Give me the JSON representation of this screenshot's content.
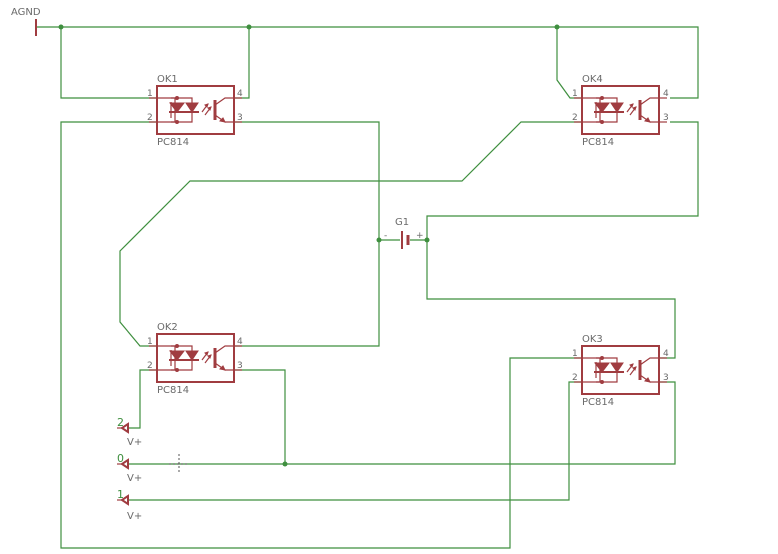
{
  "ground": {
    "label": "AGND"
  },
  "battery": {
    "name": "G1",
    "minus": "-",
    "plus": "+"
  },
  "optocouplers": [
    {
      "id": "ok1",
      "name": "OK1",
      "value": "PC814",
      "pins": [
        "1",
        "2",
        "3",
        "4"
      ]
    },
    {
      "id": "ok2",
      "name": "OK2",
      "value": "PC814",
      "pins": [
        "1",
        "2",
        "3",
        "4"
      ]
    },
    {
      "id": "ok3",
      "name": "OK3",
      "value": "PC814",
      "pins": [
        "1",
        "2",
        "3",
        "4"
      ]
    },
    {
      "id": "ok4",
      "name": "OK4",
      "value": "PC814",
      "pins": [
        "1",
        "2",
        "3",
        "4"
      ]
    }
  ],
  "inputs": [
    {
      "id": "in2",
      "number": "2",
      "supply": "V+"
    },
    {
      "id": "in0",
      "number": "0",
      "supply": "V+"
    },
    {
      "id": "in1",
      "number": "1",
      "supply": "V+"
    }
  ],
  "colors": {
    "wire": "#3f8f3f",
    "component": "#a03c40",
    "label": "#6a6a6a"
  }
}
